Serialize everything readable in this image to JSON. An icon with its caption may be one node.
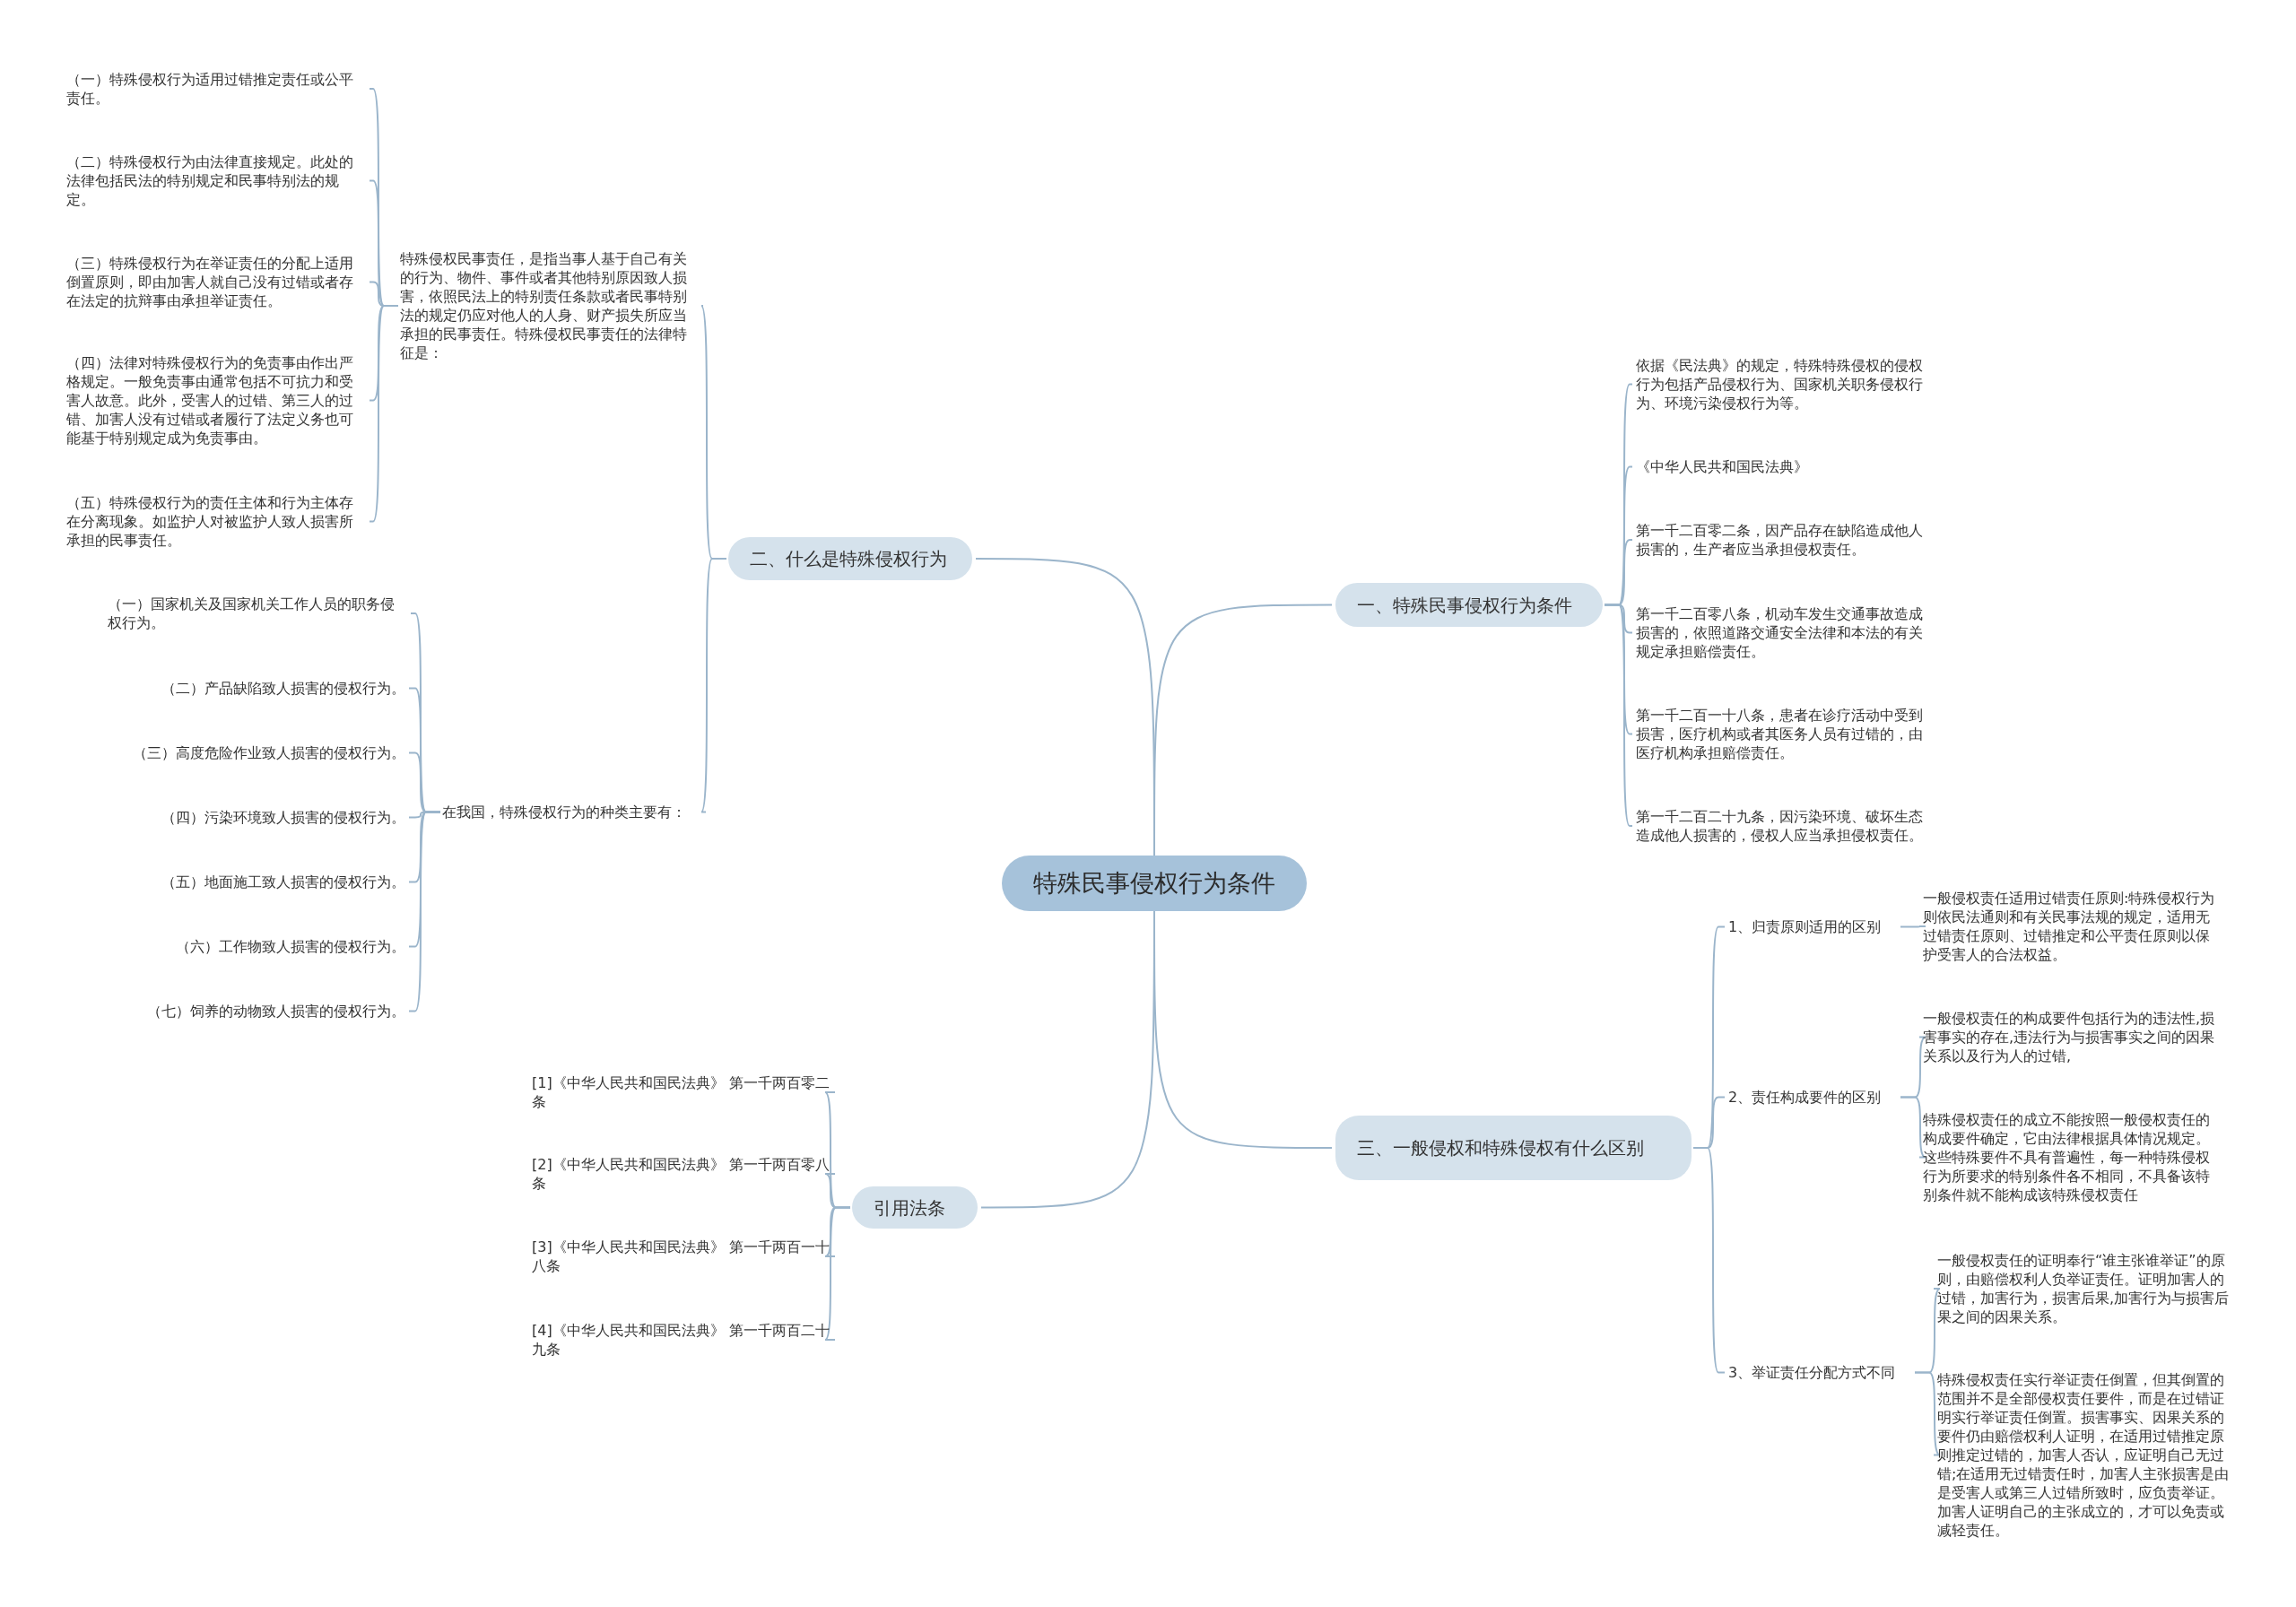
{
  "diagram": {
    "nodes": [
      {
        "text": [
          "特殊民事侵权行为条件"
        ]
      },
      {
        "text": [
          "一、特殊民事侵权行为条件"
        ]
      },
      {
        "text": [
          "依据《民法典》的规定，特殊特殊侵权的侵权行为包括产品侵权行为、国家机关职务侵权行为、环境污染侵权行为等。"
        ]
      },
      {
        "text": [
          "《中华人民共和国民法典》"
        ]
      },
      {
        "text": [
          "第一千二百零二条，因产品存在缺陷造成他人损害的，生产者应当承担侵权责任。"
        ]
      },
      {
        "text": [
          "第一千二百零八条，机动车发生交通事故造成损害的，依照道路交通安全法律和本法的有关规定承担赔偿责任。"
        ]
      },
      {
        "text": [
          "第一千二百一十八条，患者在诊疗活动中受到损害，医疗机构或者其医务人员有过错的，由医疗机构承担赔偿责任。"
        ]
      },
      {
        "text": [
          "第一千二百二十九条，因污染环境、破坏生态造成他人损害的，侵权人应当承担侵权责任。"
        ]
      },
      {
        "text": [
          "二、什么是特殊侵权行为"
        ]
      },
      {
        "text": [
          "特殊侵权民事责任，是指当事人基于自己有关的行为、物件、事件或者其他特别原因致人损害，依照民法上的特别责任条款或者民事特别法的规定仍应对他人的人身、财产损失所应当承担的民事责任。特殊侵权民事责任的法律特征是："
        ]
      },
      {
        "text": [
          "（一）特殊侵权行为适用过错推定责任或公平责任。"
        ]
      },
      {
        "text": [
          "（二）特殊侵权行为由法律直接规定。此处的法律包括民法的特别规定和民事特别法的规定。"
        ]
      },
      {
        "text": [
          "（三）特殊侵权行为在举证责任的分配上适用倒置原则，即由加害人就自己没有过错或者存在法定的抗辩事由承担举证责任。"
        ]
      },
      {
        "text": [
          "（四）法律对特殊侵权行为的免责事由作出严格规定。一般免责事由通常包括不可抗力和受害人故意。此外，受害人的过错、第三人的过错、加害人没有过错或者履行了法定义务也可能基于特别规定成为免责事由。"
        ]
      },
      {
        "text": [
          "（五）特殊侵权行为的责任主体和行为主体存在分离现象。如监护人对被监护人致人损害所承担的民事责任。"
        ]
      },
      {
        "text": [
          "在我国，特殊侵权行为的种类主要有："
        ]
      },
      {
        "text": [
          "（一）国家机关及国家机关工作人员的职务侵权行为。"
        ]
      },
      {
        "text": [
          "（二）产品缺陷致人损害的侵权行为。"
        ]
      },
      {
        "text": [
          "（三）高度危险作业致人损害的侵权行为。"
        ]
      },
      {
        "text": [
          "（四）污染环境致人损害的侵权行为。"
        ]
      },
      {
        "text": [
          "（五）地面施工致人损害的侵权行为。"
        ]
      },
      {
        "text": [
          "（六）工作物致人损害的侵权行为。"
        ]
      },
      {
        "text": [
          "（七）饲养的动物致人损害的侵权行为。"
        ]
      },
      {
        "text": [
          "引用法条"
        ]
      },
      {
        "text": [
          "[1]《中华人民共和国民法典》 第一千两百零二条"
        ]
      },
      {
        "text": [
          "[2]《中华人民共和国民法典》 第一千两百零八条"
        ]
      },
      {
        "text": [
          "[3]《中华人民共和国民法典》 第一千两百一十八条"
        ]
      },
      {
        "text": [
          "[4]《中华人民共和国民法典》 第一千两百二十九条"
        ]
      },
      {
        "text": [
          "三、一般侵权和特殊侵权有什么区别"
        ]
      },
      {
        "text": [
          "1、归责原则适用的区别"
        ]
      },
      {
        "text": [
          "一般侵权责任适用过错责任原则:特殊侵权行为则依民法通则和有关民事法规的规定，适用无过错责任原则、过错推定和公平责任原则以保护受害人的合法权益。"
        ]
      },
      {
        "text": [
          "2、责任构成要件的区别"
        ]
      },
      {
        "text": [
          "一般侵权责任的构成要件包括行为的违法性,损害事实的存在,违法行为与损害事实之间的因果关系以及行为人的过错,"
        ]
      },
      {
        "text": [
          "特殊侵权责任的成立不能按照一般侵权责任的构成要件确定，它由法律根据具体情况规定。这些特殊要件不具有普遍性，每一种特殊侵权行为所要求的特别条件各不相同，不具备该特别条件就不能构成该特殊侵权责任"
        ]
      },
      {
        "text": [
          "3、举证责任分配方式不同"
        ]
      },
      {
        "text": [
          "一般侵权责任的证明奉行“谁主张谁举证”的原则，由赔偿权利人负举证责任。证明加害人的过错，加害行为，损害后果,加害行为与损害后果之间的因果关系。"
        ]
      },
      {
        "text": [
          "特殊侵权责任实行举证责任倒置，但其倒置的范围并不是全部侵权责任要件，而是在过错证明实行举证责任倒置。损害事实、因果关系的要件仍由赔偿权利人证明，在适用过错推定原则推定过错的，加害人否认，应证明自己无过错;在适用无过错责任时，加害人主张损害是由是受害人或第三人过错所致时，应负责举证。加害人证明自己的主张成立的，才可以免责或减轻责任。"
        ]
      }
    ],
    "edges": [
      {
        "from": 0,
        "to": 1,
        "arrow": "none"
      },
      {
        "from": 1,
        "to": 2,
        "arrow": "none"
      },
      {
        "from": 1,
        "to": 3,
        "arrow": "none"
      },
      {
        "from": 1,
        "to": 4,
        "arrow": "none"
      },
      {
        "from": 1,
        "to": 5,
        "arrow": "none"
      },
      {
        "from": 1,
        "to": 6,
        "arrow": "none"
      },
      {
        "from": 1,
        "to": 7,
        "arrow": "none"
      },
      {
        "from": 0,
        "to": 8,
        "arrow": "none"
      },
      {
        "from": 8,
        "to": 9,
        "arrow": "none"
      },
      {
        "from": 9,
        "to": 10,
        "arrow": "none"
      },
      {
        "from": 9,
        "to": 11,
        "arrow": "none"
      },
      {
        "from": 9,
        "to": 12,
        "arrow": "none"
      },
      {
        "from": 9,
        "to": 13,
        "arrow": "none"
      },
      {
        "from": 9,
        "to": 14,
        "arrow": "none"
      },
      {
        "from": 8,
        "to": 15,
        "arrow": "none"
      },
      {
        "from": 15,
        "to": 16,
        "arrow": "none"
      },
      {
        "from": 15,
        "to": 17,
        "arrow": "none"
      },
      {
        "from": 15,
        "to": 18,
        "arrow": "none"
      },
      {
        "from": 15,
        "to": 19,
        "arrow": "none"
      },
      {
        "from": 15,
        "to": 20,
        "arrow": "none"
      },
      {
        "from": 15,
        "to": 21,
        "arrow": "none"
      },
      {
        "from": 15,
        "to": 22,
        "arrow": "none"
      },
      {
        "from": 0,
        "to": 23,
        "arrow": "none"
      },
      {
        "from": 23,
        "to": 24,
        "arrow": "none"
      },
      {
        "from": 23,
        "to": 25,
        "arrow": "none"
      },
      {
        "from": 23,
        "to": 26,
        "arrow": "none"
      },
      {
        "from": 23,
        "to": 27,
        "arrow": "none"
      },
      {
        "from": 0,
        "to": 28,
        "arrow": "none"
      },
      {
        "from": 28,
        "to": 29,
        "arrow": "none"
      },
      {
        "from": 29,
        "to": 30,
        "arrow": "none"
      },
      {
        "from": 28,
        "to": 31,
        "arrow": "none"
      },
      {
        "from": 31,
        "to": 32,
        "arrow": "none"
      },
      {
        "from": 31,
        "to": 33,
        "arrow": "none"
      },
      {
        "from": 28,
        "to": 34,
        "arrow": "none"
      },
      {
        "from": 34,
        "to": 35,
        "arrow": "none"
      },
      {
        "from": 34,
        "to": 36,
        "arrow": "none"
      }
    ]
  }
}
